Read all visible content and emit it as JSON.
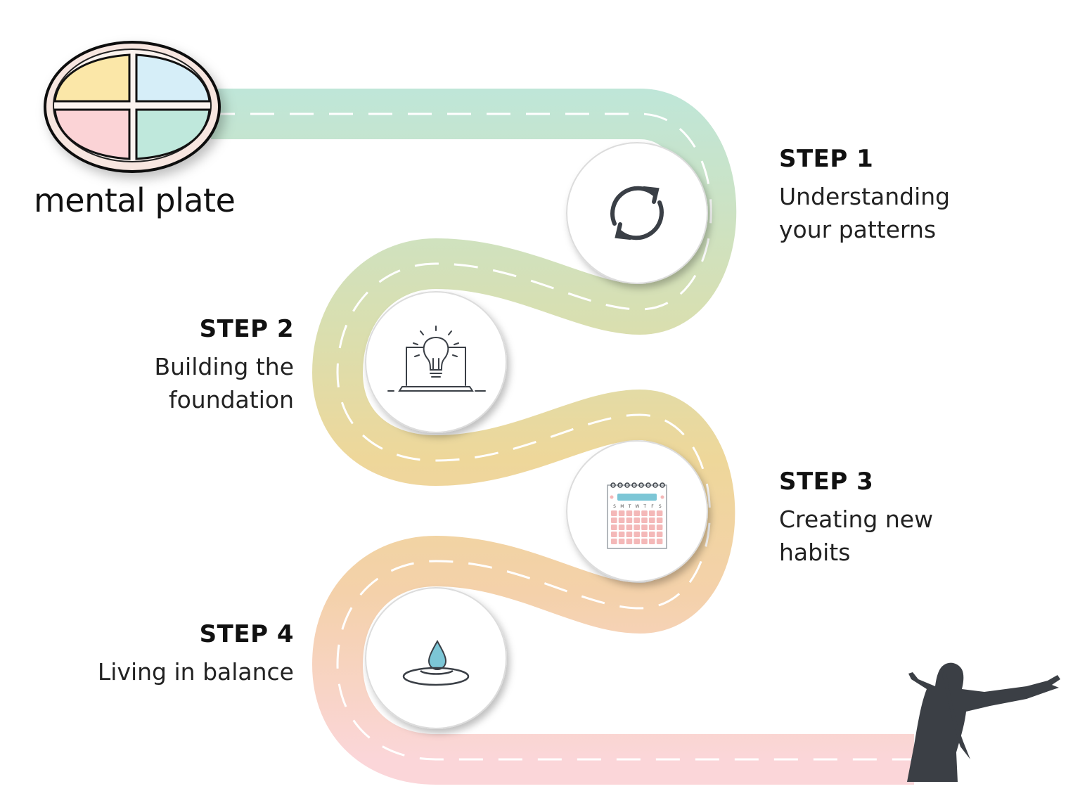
{
  "brand": {
    "name": "mental plate"
  },
  "steps": [
    {
      "title": "STEP 1",
      "lines": [
        "Understanding",
        "your patterns"
      ],
      "icon": "refresh-icon"
    },
    {
      "title": "STEP 2",
      "lines": [
        "Building the",
        "foundation"
      ],
      "icon": "lightbulb-laptop-icon"
    },
    {
      "title": "STEP 3",
      "lines": [
        "Creating new",
        "habits"
      ],
      "icon": "calendar-icon"
    },
    {
      "title": "STEP 4",
      "lines": [
        "Living in balance"
      ],
      "icon": "water-drop-icon"
    }
  ],
  "calendar": {
    "weekdays": [
      "S",
      "M",
      "T",
      "W",
      "T",
      "F",
      "S"
    ]
  },
  "colors": {
    "road_top": "#bfe6d8",
    "road_mid": "#e9d79a",
    "road_low": "#f3cfae",
    "road_bottom": "#fbd6d9",
    "icon_stroke": "#3a3f46",
    "accent_blue": "#7cc6d6",
    "accent_pink": "#f4b8b8",
    "silhouette": "#3b3f45"
  }
}
